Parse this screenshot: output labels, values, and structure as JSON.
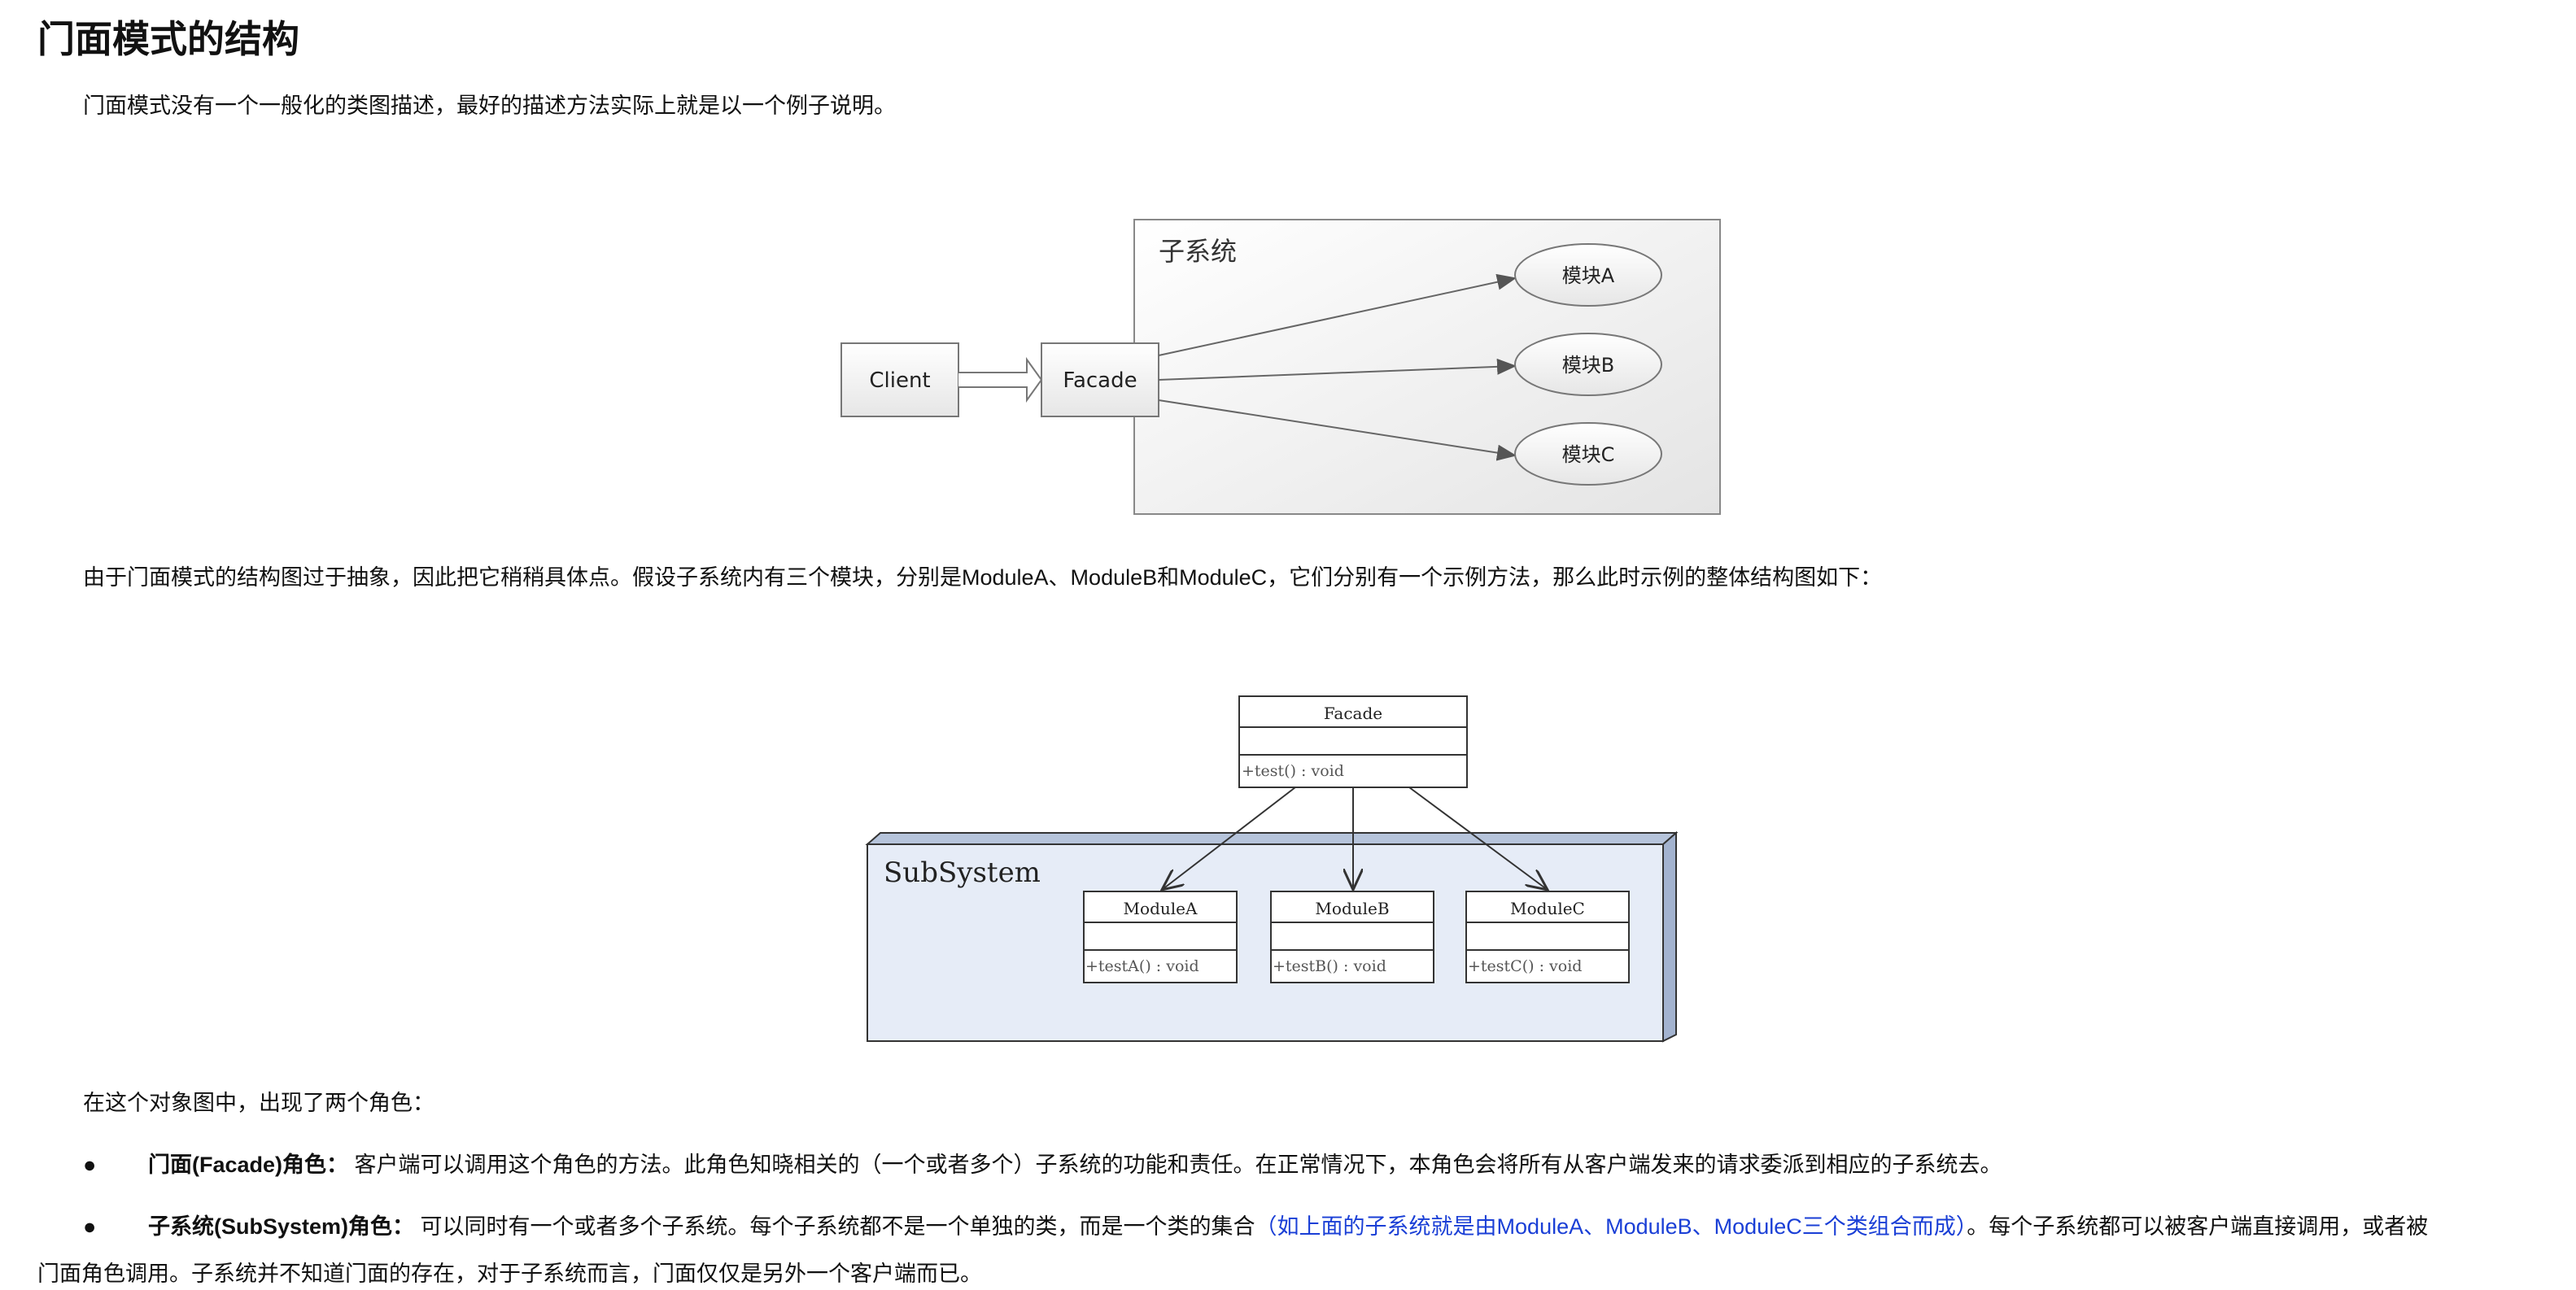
{
  "page": {
    "title": "门面模式的结构",
    "intro": "门面模式没有一个一般化的类图描述，最好的描述方法实际上就是以一个例子说明。",
    "para2": "由于门面模式的结构图过于抽象，因此把它稍稍具体点。假设子系统内有三个模块，分别是ModuleA、ModuleB和ModuleC，它们分别有一个示例方法，那么此时示例的整体结构图如下：",
    "para3": "在这个对象图中，出现了两个角色："
  },
  "diagram1": {
    "subsystem_label": "子系统",
    "client": "Client",
    "facade": "Facade",
    "modules": [
      "模块A",
      "模块B",
      "模块C"
    ]
  },
  "diagram2": {
    "facade_class": "Facade",
    "facade_method": "+test() : void",
    "subsystem_label": "SubSystem",
    "modules": [
      {
        "name": "ModuleA",
        "method": "+testA() : void"
      },
      {
        "name": "ModuleB",
        "method": "+testB() : void"
      },
      {
        "name": "ModuleC",
        "method": "+testC() : void"
      }
    ]
  },
  "roles": [
    {
      "bullet": "●",
      "term": "门面(Facade)角色：",
      "desc": " 客户端可以调用这个角色的方法。此角色知晓相关的（一个或者多个）子系统的功能和责任。在正常情况下，本角色会将所有从客户端发来的请求委派到相应的子系统去。"
    },
    {
      "bullet": "●",
      "term": "子系统(SubSystem)角色：",
      "desc": " 可以同时有一个或者多个子系统。每个子系统都不是一个单独的类，而是一个类的集合",
      "highlight": "（如上面的子系统就是由ModuleA、ModuleB、ModuleC三个类组合而成）",
      "desc_after": "。每个子系统都可以被客户端直接调用，或者被",
      "continuation": "门面角色调用。子系统并不知道门面的存在，对于子系统而言，门面仅仅是另外一个客户端而已。"
    }
  ]
}
